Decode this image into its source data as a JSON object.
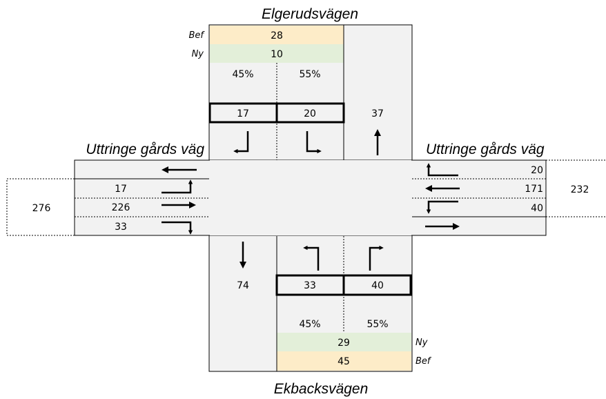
{
  "roads": {
    "north": "Elgerudsvägen",
    "south": "Ekbacksvägen",
    "west": "Uttringe gårds väg",
    "east": "Uttringe gårds väg"
  },
  "north": {
    "bef_tag": "Bef",
    "bef_value": "28",
    "ny_tag": "Ny",
    "ny_value": "10",
    "split_left": "45%",
    "split_right": "55%",
    "box_left": "17",
    "box_right": "20",
    "outbound": "37"
  },
  "south": {
    "bef_tag": "Bef",
    "bef_value": "45",
    "ny_tag": "Ny",
    "ny_value": "29",
    "split_left": "45%",
    "split_right": "55%",
    "box_left": "33",
    "box_right": "40",
    "outbound": "74"
  },
  "west": {
    "total": "276",
    "lane_left": "17",
    "lane_through": "226",
    "lane_right": "33"
  },
  "east": {
    "total": "232",
    "lane_right": "20",
    "lane_through": "171",
    "lane_left": "40"
  },
  "arrows": {
    "north_outbound": "up-arrow-icon",
    "north_left_turn": "turn-arrow-icon",
    "north_right_turn": "turn-arrow-icon",
    "south_outbound": "down-arrow-icon",
    "west_outbound": "left-arrow-icon",
    "east_outbound": "right-arrow-icon"
  },
  "colors": {
    "road": "#f2f2f2",
    "bef": "#fdecc8",
    "ny": "#e3efd9"
  }
}
